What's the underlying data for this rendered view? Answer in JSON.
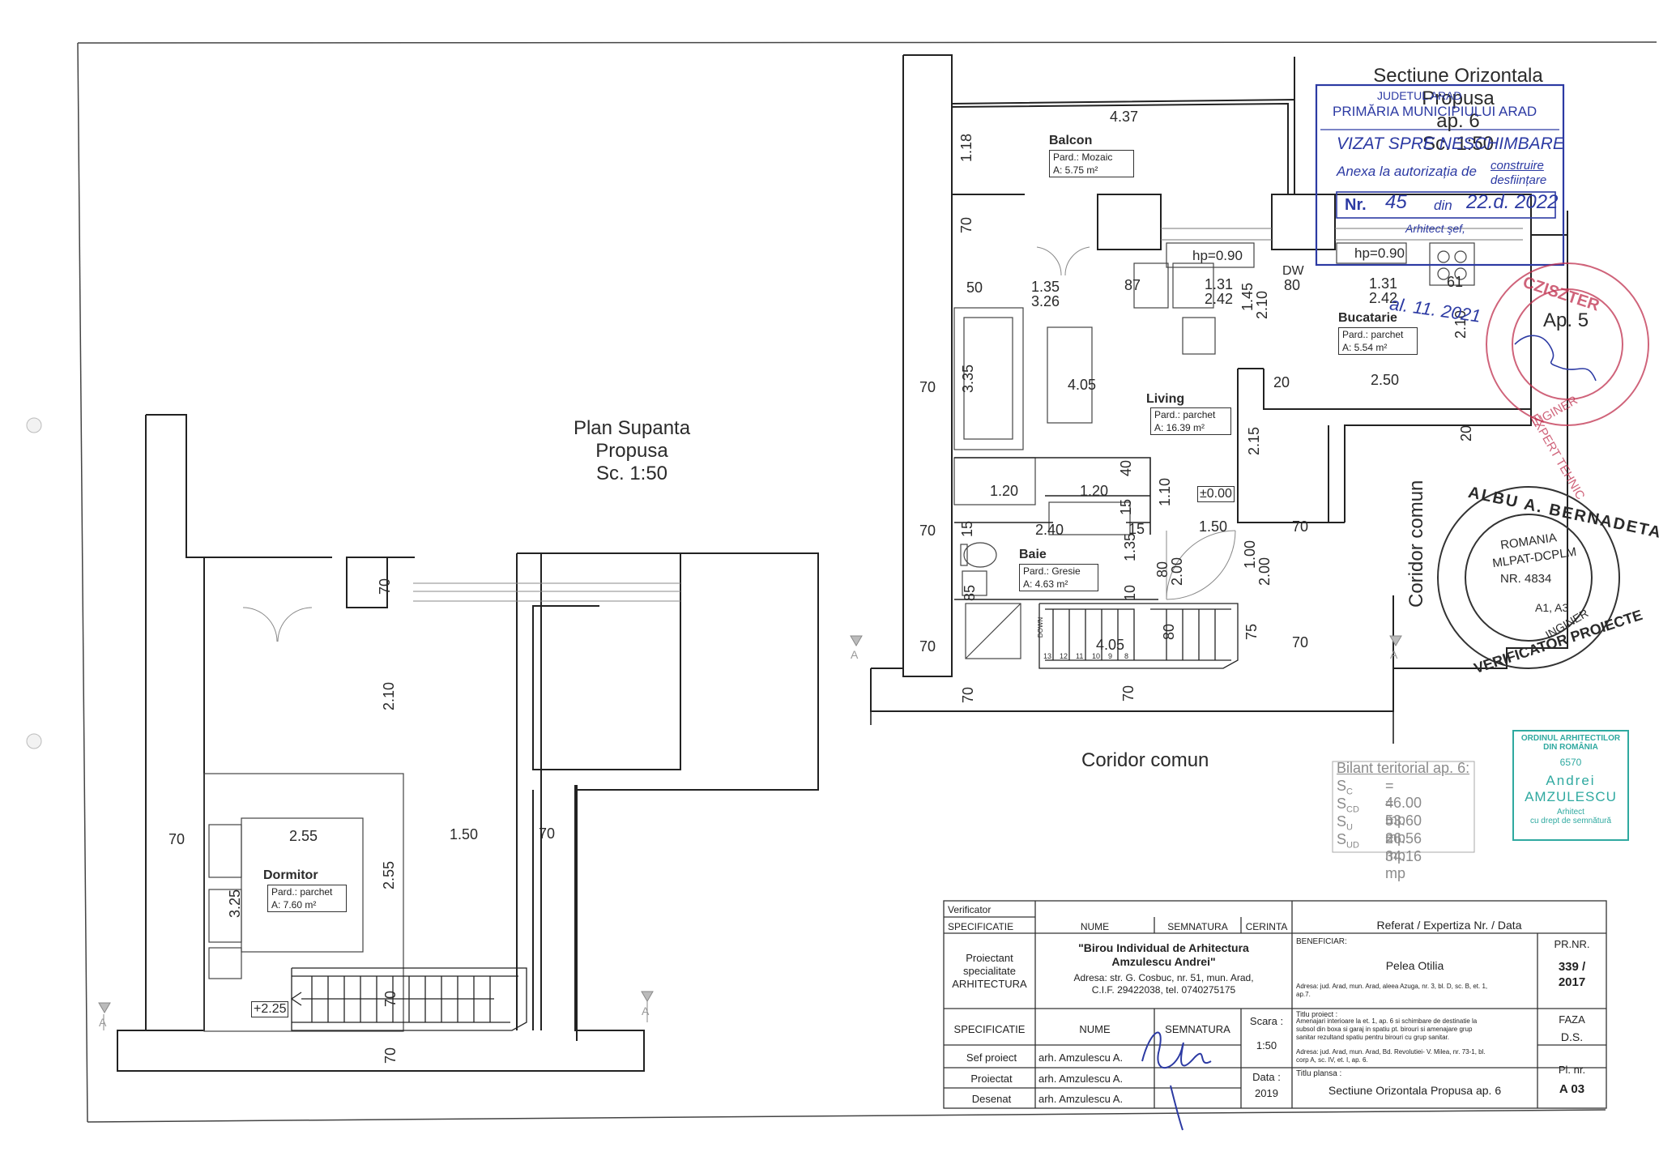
{
  "titles": {
    "left": [
      "Plan Supanta",
      "Propusa",
      "Sc. 1:50"
    ],
    "right": [
      "Sectiune Orizontala",
      "Propusa",
      "ap. 6",
      "Sc. 1:50"
    ]
  },
  "corridor": {
    "bottom": "Coridor comun",
    "side": "Coridor comun"
  },
  "apt_label": "Ap. 5",
  "rooms": {
    "balcon": {
      "name": "Balcon",
      "floor": "Pard.: Mozaic",
      "area": "A:    5.75 m²"
    },
    "bucatarie": {
      "name": "Bucatarie",
      "floor": "Pard.: parchet",
      "area": "A:    5.54 m²"
    },
    "living": {
      "name": "Living",
      "floor": "Pard.: parchet",
      "area": "A:    16.39 m²"
    },
    "baie": {
      "name": "Baie",
      "floor": "Pard.: Gresie",
      "area": "A:    4.63 m²"
    },
    "dormitor": {
      "name": "Dormitor",
      "floor": "Pard.: parchet",
      "area": "A:    7.60 m²"
    }
  },
  "dims_h": [
    "4.37",
    "50",
    "1.35",
    "3.26",
    "87",
    "1.31",
    "2.42",
    "hp=0.90",
    "DW",
    "80",
    "hp=0.90",
    "1.31",
    "2.42",
    "61",
    "4.05",
    "20",
    "2.50",
    "1.20",
    "1.20",
    "±0.00",
    "2.40",
    "15",
    "1.50",
    "70",
    "4.05",
    "70",
    "70",
    "70",
    "70",
    "70",
    "2.55",
    "1.50",
    "70",
    "+2.25",
    "70"
  ],
  "dims_v": [
    "1.18",
    "70",
    "3.35",
    "1.45",
    "2.10",
    "2.10",
    "2.15",
    "20",
    "40",
    "15",
    "1.10",
    "15",
    "1.35",
    "80",
    "2.00",
    "1.00",
    "2.00",
    "85",
    "10",
    "75",
    "80",
    "70",
    "70",
    "70",
    "2.10",
    "2.55",
    "3.25",
    "70",
    "70"
  ],
  "section_marks": [
    "A",
    "A",
    "A",
    "A"
  ],
  "stair_labels": [
    "DOWN",
    "13",
    "12",
    "11",
    "10",
    "9",
    "8"
  ],
  "stamps": {
    "primaria": {
      "lines": [
        "JUDETUL ARAD",
        "PRIMĂRIA MUNICIPIULUI ARAD",
        "VIZAT SPRE NESCHIMBARE",
        "Anexa la autorizația de",
        "construire",
        "desființare"
      ],
      "nr_label": "Nr.",
      "nr_value": "45",
      "din_label": "din",
      "din_value": "22.d. 2022",
      "arhitect": "Arhitect şef,"
    },
    "bernadeta": {
      "top": "ALBU A. BERNADETA",
      "country": "ROMANIA",
      "org": "MLPAT-DCPLM",
      "nr": "NR. 4834",
      "grade": "A1, A3",
      "inginer": "INGINER",
      "bottom": "VERIFICATOR PROIECTE"
    },
    "expert": {
      "top": "CZISZTER",
      "middle": "INGINER",
      "bottom": "EXPERT TEHNIC",
      "hand": "al. 11. 2021"
    },
    "ordinul": {
      "lines": [
        "ORDINUL ARHITECTILOR",
        "DIN ROMÂNIA",
        "6570",
        "Andrei",
        "AMZULESCU",
        "Arhitect",
        "cu drept de semnătură"
      ]
    }
  },
  "bilant": {
    "title": "Bilant teritorial ap. 6:",
    "rows": [
      {
        "k": "S",
        "sub": "C",
        "v": "= 46.00 mp"
      },
      {
        "k": "S",
        "sub": "CD",
        "v": "= 53.60 mp"
      },
      {
        "k": "S",
        "sub": "U",
        "v": "= 26.56 mp"
      },
      {
        "k": "S",
        "sub": "UD",
        "v": "= 34.16 mp"
      }
    ]
  },
  "title_block": {
    "verificator": "Verificator",
    "specificatie": "SPECIFICATIE",
    "nume": "NUME",
    "semnatura": "SEMNATURA",
    "cerinta": "CERINTA",
    "referat": "Referat / Expertiza Nr. / Data",
    "proiectant": [
      "Proiectant",
      "specialitate",
      "ARHITECTURA"
    ],
    "birou": [
      "\"Birou Individual de Arhitectura",
      "Amzulescu Andrei\""
    ],
    "birou_addr": [
      "Adresa: str. G. Cosbuc, nr. 51, mun. Arad,",
      "C.I.F. 29422038,   tel. 0740275175"
    ],
    "beneficiar_label": "BENEFICIAR:",
    "beneficiar": "Pelea Otilia",
    "beneficiar_addr": [
      "Adresa: jud. Arad, mun. Arad, aleea Azuga, nr. 3, bl. D, sc. B, et. 1,",
      "ap.7."
    ],
    "prnr_label": "PR.NR.",
    "prnr": [
      "339 /",
      "2017"
    ],
    "specificatie2": "SPECIFICATIE",
    "nume2": "NUME",
    "semnatura2": "SEMNATURA",
    "scara_label": "Scara :",
    "scara": "1:50",
    "titlu_proiect_label": "Titlu proiect :",
    "titlu_proiect": [
      "Amenajari interioare la et. 1, ap. 6 si schimbare de destinatie la",
      "subsol din boxa si garaj in spatiu pt. birouri si amenajare grup",
      "sanitar rezultand spatiu pentru birouri cu grup sanitar."
    ],
    "proiect_addr": [
      "Adresa: jud. Arad, mun. Arad, Bd. Revolutiei- V. Milea, nr. 73-1, bl.",
      "corp A, sc. IV, et. I, ap. 6."
    ],
    "faza_label": "FAZA",
    "faza": "D.S.",
    "roles": [
      {
        "role": "Sef proiect",
        "name": "arh. Amzulescu A."
      },
      {
        "role": "Proiectat",
        "name": "arh. Amzulescu A."
      },
      {
        "role": "Desenat",
        "name": "arh. Amzulescu A."
      }
    ],
    "data_label": "Data :",
    "data": "2019",
    "titlu_plansa_label": "Titlu plansa :",
    "titlu_plansa": "Sectiune Orizontala Propusa ap. 6",
    "plnr_label": "Pl. nr.",
    "plnr": "A 03"
  },
  "colors": {
    "wall": "#222222",
    "stamp_blue": "#2c3aa3",
    "stamp_red": "#c0304e",
    "stamp_teal": "#2fa9a0",
    "dim_text": "#2a2a2a",
    "bilant": "#8b8b8b"
  }
}
